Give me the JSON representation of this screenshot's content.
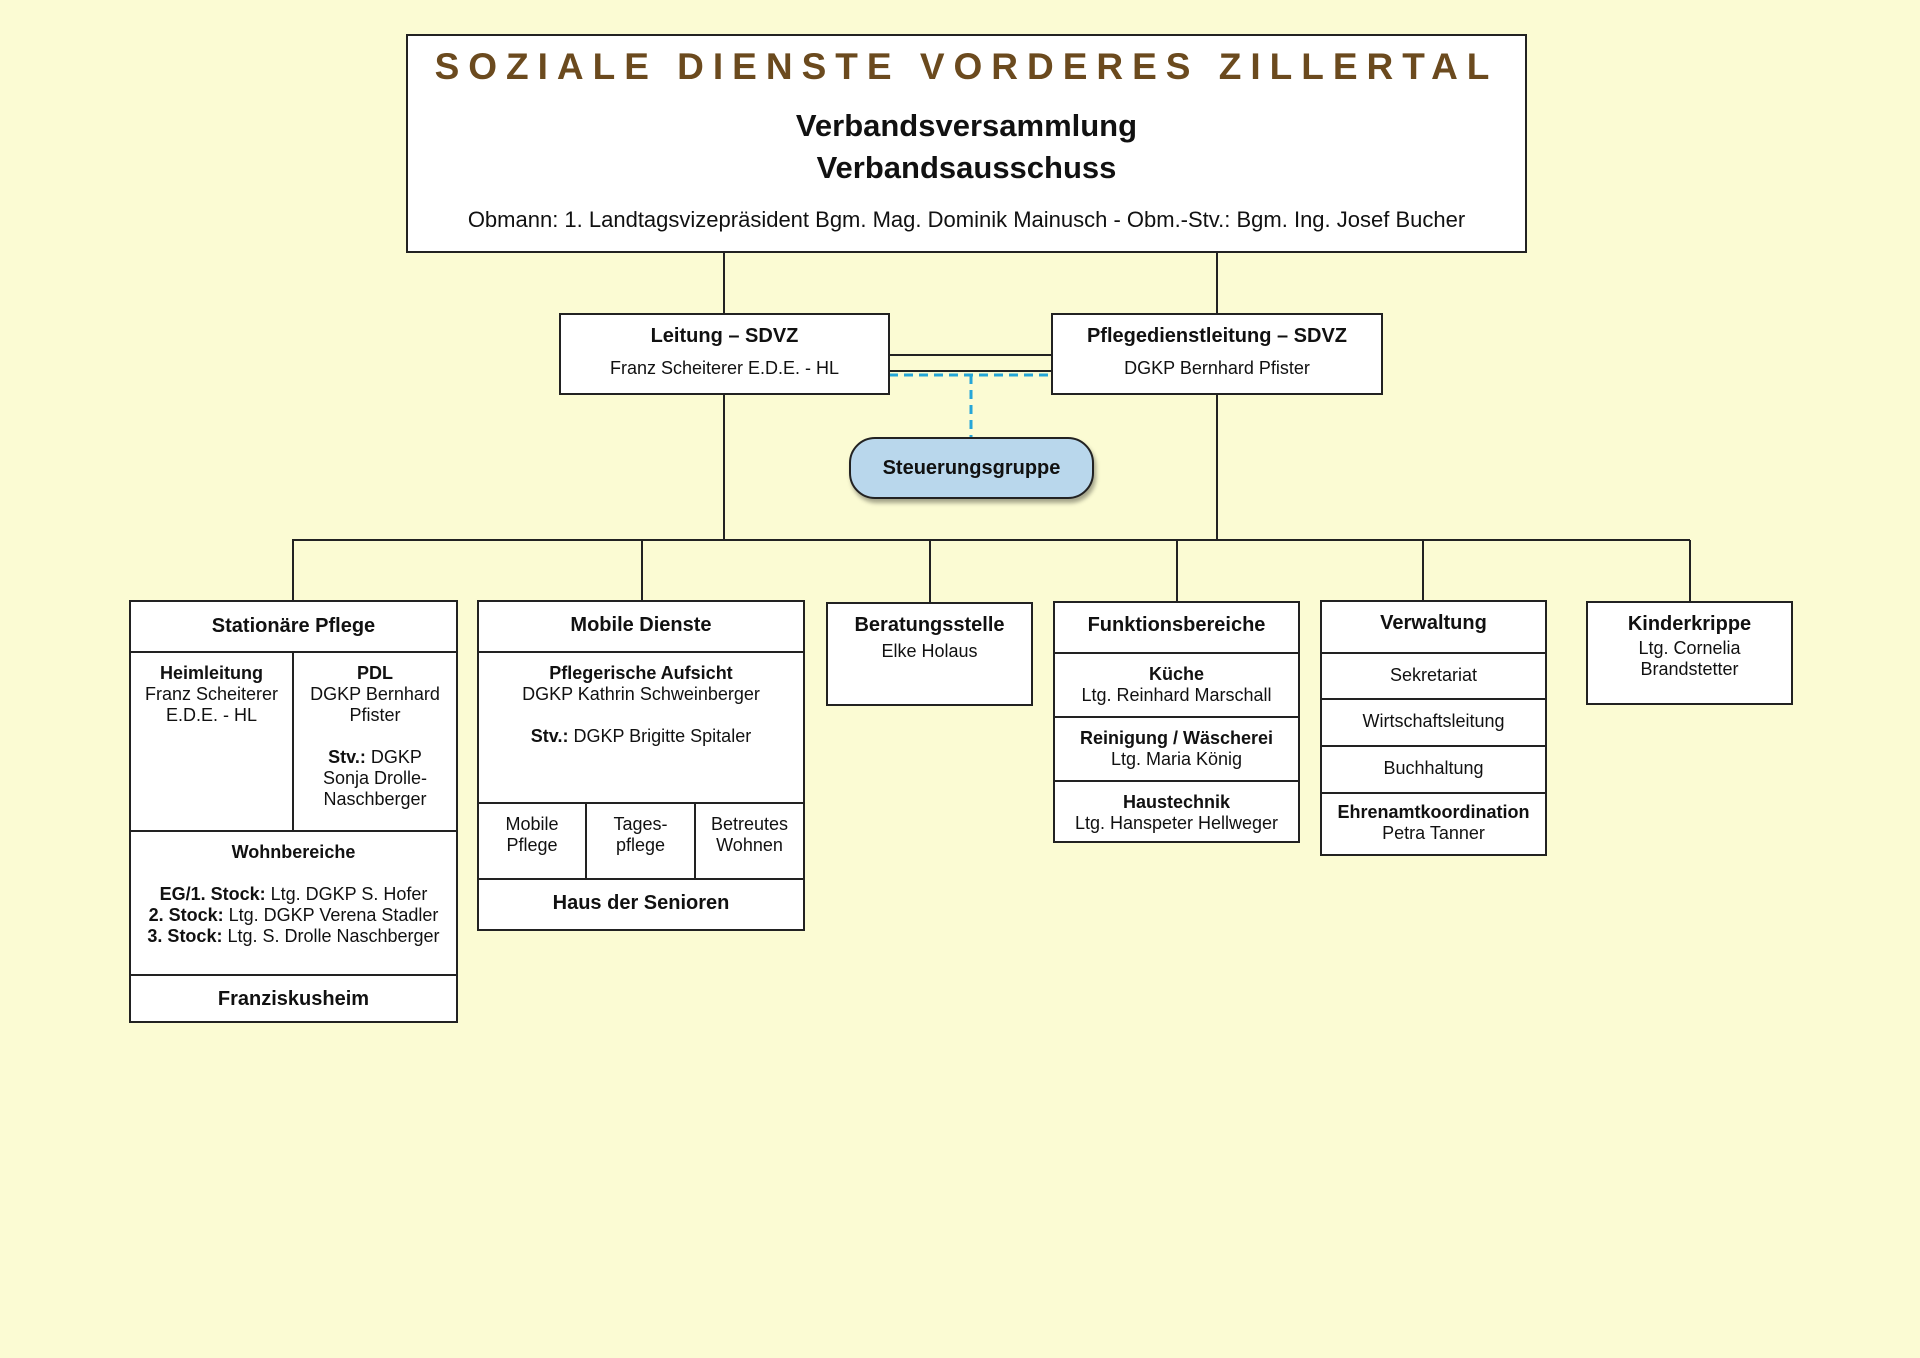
{
  "top": {
    "org_name": "SOZIALE DIENSTE VORDERES ZILLERTAL",
    "line1": "Verbandsversammlung",
    "line2": "Verbandsausschuss",
    "obmann": "Obmann: 1. Landtagsvizepräsident Bgm. Mag. Dominik Mainusch - Obm.-Stv.: Bgm. Ing. Josef Bucher"
  },
  "leitung": {
    "title": "Leitung – SDVZ",
    "name": "Franz Scheiterer E.D.E. - HL"
  },
  "pdl": {
    "title": "Pflegedienstleitung – SDVZ",
    "name": "DGKP Bernhard Pfister"
  },
  "steuerung": {
    "label": "Steuerungsgruppe"
  },
  "stationaer": {
    "title": "Stationäre Pflege",
    "heimleitung_title": "Heimleitung",
    "heimleitung_name1": "Franz Scheiterer",
    "heimleitung_name2": "E.D.E. - HL",
    "pdl_title": "PDL",
    "pdl_name1": "DGKP Bernhard",
    "pdl_name2": "Pfister",
    "stv_label": "Stv.:",
    "stv_name1": " DGKP",
    "stv_name2": "Sonja Drolle-",
    "stv_name3": "Naschberger",
    "wohn_title": "Wohnbereiche",
    "wohn": [
      {
        "floor": "EG/1. Stock:",
        "lead": " Ltg. DGKP S. Hofer"
      },
      {
        "floor": "2. Stock:",
        "lead": " Ltg. DGKP Verena Stadler"
      },
      {
        "floor": "3. Stock:",
        "lead": " Ltg. S. Drolle Naschberger"
      }
    ],
    "footer": "Franziskusheim"
  },
  "mobile": {
    "title": "Mobile Dienste",
    "aufsicht_title": "Pflegerische Aufsicht",
    "aufsicht_name": "DGKP Kathrin Schweinberger",
    "stv_label": "Stv.:",
    "stv_name": " DGKP Brigitte Spitaler",
    "cols": [
      {
        "l1": "Mobile",
        "l2": "Pflege"
      },
      {
        "l1": "Tages-",
        "l2": "pflege"
      },
      {
        "l1": "Betreutes",
        "l2": "Wohnen"
      }
    ],
    "footer": "Haus der Senioren"
  },
  "beratung": {
    "title": "Beratungsstelle",
    "name": "Elke Holaus"
  },
  "funktion": {
    "title": "Funktionsbereiche",
    "items": [
      {
        "title": "Küche",
        "lead": "Ltg. Reinhard Marschall"
      },
      {
        "title": "Reinigung / Wäscherei",
        "lead": "Ltg. Maria König"
      },
      {
        "title": "Haustechnik",
        "lead": "Ltg. Hanspeter Hellweger"
      }
    ]
  },
  "verwaltung": {
    "title": "Verwaltung",
    "items": [
      "Sekretariat",
      "Wirtschaftsleitung",
      "Buchhaltung"
    ],
    "ehrenamt_title": "Ehrenamtkoordination",
    "ehrenamt_name": "Petra Tanner"
  },
  "kinder": {
    "title": "Kinderkrippe",
    "name1": "Ltg. Cornelia",
    "name2": "Brandstetter"
  },
  "colors": {
    "background": "#fbfbd3",
    "org_name": "#6b4a1e",
    "pill": "#b9d7ec",
    "dashed": "#26a6d8"
  }
}
